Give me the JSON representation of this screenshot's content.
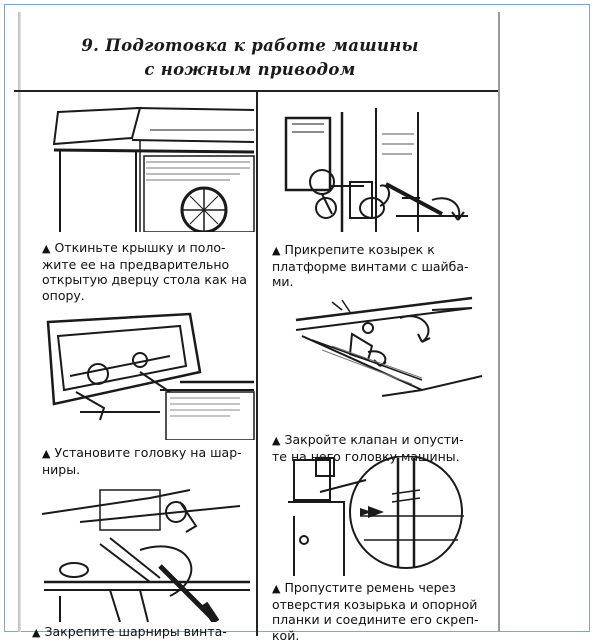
{
  "title": {
    "line1": "9. Подготовка к работе машины",
    "line2": "с ножным приводом"
  },
  "marker": "▲",
  "left_column": {
    "steps": [
      {
        "lines": [
          "Откиньте крышку и поло-",
          "жите ее на предварительно",
          "открытую дверцу стола как на",
          "опору."
        ]
      },
      {
        "lines": [
          "Установите головку на шар-",
          "ниры."
        ]
      },
      {
        "lines": [
          "Закрепите шарниры винта-"
        ]
      }
    ]
  },
  "right_column": {
    "steps": [
      {
        "lines": [
          "Прикрепите козырек к",
          "платформе винтами с шайба-",
          "ми."
        ]
      },
      {
        "lines": [
          "Закройте клапан и опусти-",
          "те на него головку машины."
        ]
      },
      {
        "lines": [
          "Пропустите ремень через",
          "отверстия козырька и опорной",
          "планки и соедините его скреп-",
          "кой."
        ]
      }
    ]
  },
  "illustrations": {
    "fig1": "table-lid-open-illustration",
    "fig2": "machine-head-on-hinges-illustration",
    "fig3": "screwdriver-hinge-screws-illustration",
    "fig4": "attach-visor-screwdriver-illustration",
    "fig5": "close-flap-lower-head-illustration",
    "fig6": "belt-through-visor-illustration"
  }
}
